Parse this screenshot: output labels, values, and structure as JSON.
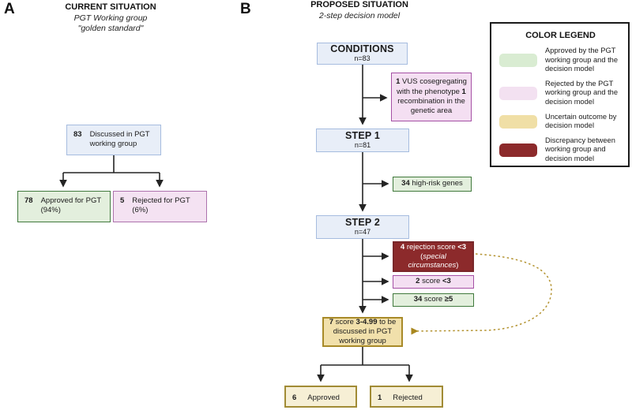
{
  "colors": {
    "box_blue_fill": "#e8eef8",
    "box_blue_border": "#a6bcdf",
    "box_green_fill": "#e3efdd",
    "box_green_border": "#40793c",
    "box_pink_fill": "#f4e2f2",
    "box_pink_border": "#a550a5",
    "box_darkred_fill": "#8c2a2b",
    "box_darkred_border": "#79272a",
    "box_tan_fill": "#f1e0ab",
    "box_tan_border": "#a88a28",
    "box_cream_fill": "#f6efd5",
    "box_cream_border": "#a18b35",
    "arrow": "#242424",
    "dashed_arrow": "#b3922f"
  },
  "panel_a": {
    "label": "A",
    "title": "CURRENT SITUATION",
    "subtitle_1": "PGT Working group",
    "subtitle_2": "\"golden standard\"",
    "discussed": {
      "num": "83",
      "text": "Discussed in PGT working group"
    },
    "approved": {
      "num": "78",
      "line1": "Approved for PGT",
      "line2": "(94%)"
    },
    "rejected": {
      "num": "5",
      "line1": "Rejected for PGT",
      "line2": "(6%)"
    }
  },
  "panel_b": {
    "label": "B",
    "title": "PROPOSED SITUATION",
    "subtitle": "2-step decision model",
    "conditions": {
      "title": "CONDITIONS",
      "n": "n=83"
    },
    "step1": {
      "title": "STEP 1",
      "n": "n=81"
    },
    "step2": {
      "title": "STEP 2",
      "n": "n=47"
    },
    "vus": {
      "b1": "1",
      "t1": " VUS cosegregating with the phenotype ",
      "b2": "1",
      "t2": " recombination in the genetic area"
    },
    "high_risk": {
      "b1": "34",
      "t1": " high-risk genes"
    },
    "rejection_special": {
      "b1": "4",
      "t1": " rejection score ",
      "b2": "<3",
      "t2": " (",
      "i1": "special circumstances",
      "t3": ")"
    },
    "score_lt3": {
      "b1": "2",
      "t1": " score ",
      "b2": "<3"
    },
    "score_ge5": {
      "b1": "34",
      "t1": " score ",
      "b2": "≥5"
    },
    "score_mid": {
      "b1": "7",
      "t1": " score ",
      "b2": "3-4.99",
      "t2": " to be discussed in PGT working group"
    },
    "approved": {
      "num": "6",
      "text": "Approved"
    },
    "rejected": {
      "num": "1",
      "text": "Rejected"
    }
  },
  "legend": {
    "title": "COLOR LEGEND",
    "items": [
      {
        "color": "#d9ecd2",
        "label": "Approved by the PGT working group and the decision model"
      },
      {
        "color": "#f3e1f1",
        "label": "Rejected by the PGT working group and the  decision model"
      },
      {
        "color": "#f0dfa6",
        "label": "Uncertain outcome by decision model"
      },
      {
        "color": "#8c2a2b",
        "label": "Discrepancy between working group and decision model"
      }
    ]
  }
}
